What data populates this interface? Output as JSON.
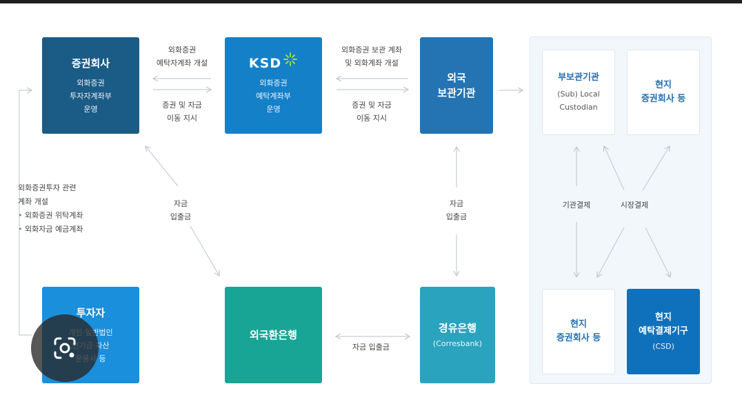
{
  "boxes": {
    "securities_company": {
      "title": "증권회사",
      "sub": "외화증권\n투자자계좌부\n운영"
    },
    "ksd": {
      "logo": "KSD",
      "sub": "외화증권\n예탁계좌부\n운영"
    },
    "foreign_custodian": {
      "title": "외국\n보관기관"
    },
    "investor": {
      "title": "투자자",
      "sub": "개인·일반법인\n연기금·자산\n운용사 등"
    },
    "fx_bank": {
      "title": "외국환은행"
    },
    "correspondent_bank": {
      "title": "경유은행",
      "sub": "(Corresbank)"
    },
    "sub_custodian": {
      "title": "부보관기관",
      "sub": "(Sub) Local\nCustodian"
    },
    "local_broker_top": {
      "title": "현지\n증권회사 등"
    },
    "local_broker_bottom": {
      "title": "현지\n증권회사 등"
    },
    "local_csd": {
      "title": "현지\n예탁결제기구",
      "sub": "(CSD)"
    }
  },
  "labels": {
    "sc_ksd_top": "외화증권\n예탁자계좌 개설",
    "sc_ksd_bottom": "증권 및 자금\n이동 지시",
    "ksd_fc_top": "외화증권 보관 계좌\n및 외화계좌 개설",
    "ksd_fc_bottom": "증권 및 자금\n이동 지시",
    "sc_bank_funds": "자금\n입출금",
    "fc_corr_funds": "자금\n입출금",
    "bank_corr_funds": "자금 입출금",
    "inst_settlement": "기관결제",
    "market_settlement": "시장결제"
  },
  "notes": {
    "heading": "외화증권투자 관련\n계좌 개설",
    "items": [
      "외화증권 위탁계좌",
      "외화자금 예금계좌"
    ]
  },
  "colors": {
    "navy": "#1b5c86",
    "blue": "#1480c8",
    "steel": "#2474b4",
    "sky": "#1a8fdc",
    "teal": "#18a596",
    "cyan": "#2aa3bf",
    "deep_blue": "#0f71bc",
    "ksd_star": "#9dd84a"
  },
  "icons": [
    "google-lens-icon"
  ]
}
